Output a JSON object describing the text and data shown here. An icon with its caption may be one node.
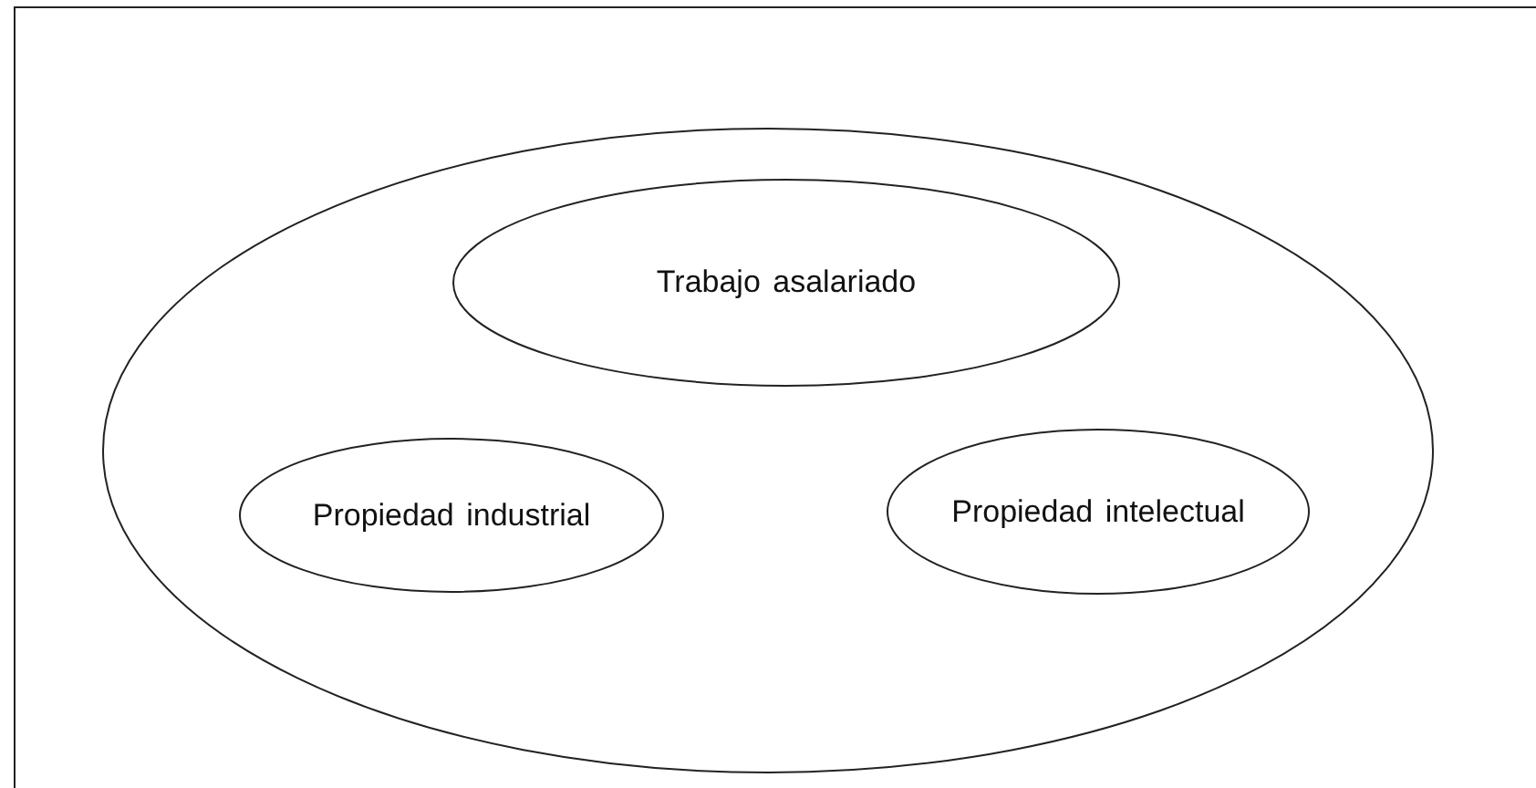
{
  "diagram": {
    "nodes": [
      {
        "text": [],
        "shape": "ellipse"
      },
      {
        "text": [
          "Trabajo asalariado"
        ],
        "in": 0
      },
      {
        "text": [
          "Propiedad industrial"
        ],
        "in": 0
      },
      {
        "text": [
          "Propiedad intelectual"
        ],
        "in": 0
      }
    ]
  }
}
